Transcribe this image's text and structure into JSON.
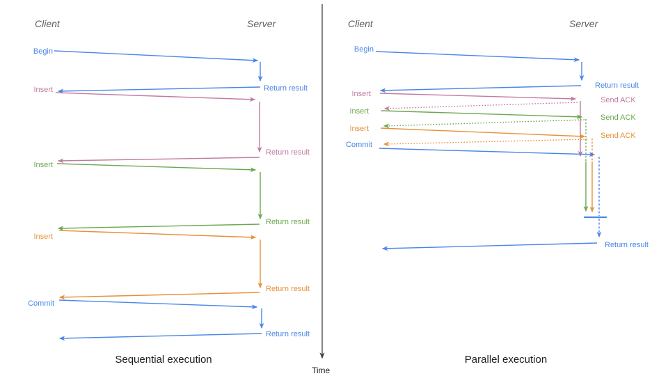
{
  "colors": {
    "blue": "#4a86e8",
    "pink": "#c27ba0",
    "green": "#6aa84f",
    "orange": "#e69138",
    "axis": "#424242",
    "header_gray": "#5d5d5d",
    "title_black": "#1c1c1c"
  },
  "time_label": "Time",
  "sequential": {
    "title": "Sequential execution",
    "client": "Client",
    "server": "Server",
    "begin": {
      "label": "Begin",
      "response": "Return result"
    },
    "insert1": {
      "label": "Insert",
      "response": "Return result"
    },
    "insert2": {
      "label": "Insert",
      "response": "Return result"
    },
    "insert3": {
      "label": "Insert",
      "response": "Return result"
    },
    "commit": {
      "label": "Commit",
      "response": "Return result"
    }
  },
  "parallel": {
    "title": "Parallel execution",
    "client": "Client",
    "server": "Server",
    "begin": {
      "label": "Begin",
      "response": "Return result"
    },
    "insert1": {
      "label": "Insert",
      "response": "Send ACK"
    },
    "insert2": {
      "label": "Insert",
      "response": "Send ACK"
    },
    "insert3": {
      "label": "Insert",
      "response": "Send ACK"
    },
    "commit": {
      "label": "Commit",
      "response": "Return result"
    }
  }
}
